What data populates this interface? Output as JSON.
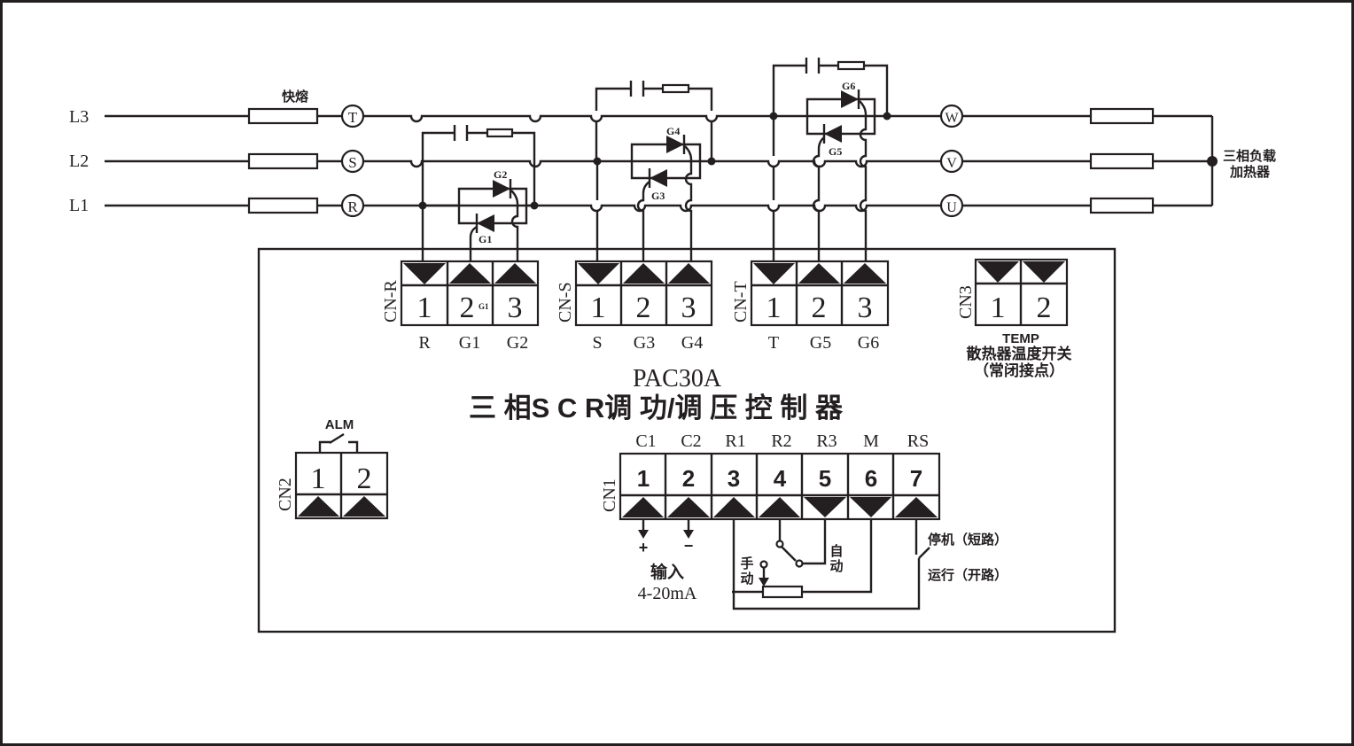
{
  "title": {
    "model": "PAC30A",
    "name": "三 相S C R调 功/调 压 控 制 器"
  },
  "lines": [
    {
      "label": "L3",
      "terminal": "T",
      "output": "W"
    },
    {
      "label": "L2",
      "terminal": "S",
      "output": "V"
    },
    {
      "label": "L1",
      "terminal": "R",
      "output": "U"
    }
  ],
  "fuse_label": "快熔",
  "load_label": [
    "三相负载",
    "加热器"
  ],
  "thyristors": {
    "R": {
      "upper": "G2",
      "lower": "G1"
    },
    "S": {
      "upper": "G4",
      "lower": "G3"
    },
    "T": {
      "upper": "G6",
      "lower": "G5"
    }
  },
  "connectors": {
    "cn_r": {
      "name": "CN-R",
      "pins": [
        "1",
        "2",
        "3"
      ],
      "signals": [
        "R",
        "G1",
        "G2"
      ],
      "pin2_note": "G1"
    },
    "cn_s": {
      "name": "CN-S",
      "pins": [
        "1",
        "2",
        "3"
      ],
      "signals": [
        "S",
        "G3",
        "G4"
      ]
    },
    "cn_t": {
      "name": "CN-T",
      "pins": [
        "1",
        "2",
        "3"
      ],
      "signals": [
        "T",
        "G5",
        "G6"
      ]
    },
    "cn3": {
      "name": "CN3",
      "pins": [
        "1",
        "2"
      ],
      "title": "TEMP",
      "desc": "散热器温度开关",
      "note": "（常闭接点）"
    },
    "cn2": {
      "name": "CN2",
      "pins": [
        "1",
        "2"
      ],
      "title": "ALM"
    },
    "cn1": {
      "name": "CN1",
      "pins": [
        "1",
        "2",
        "3",
        "4",
        "5",
        "6",
        "7"
      ],
      "signals": [
        "C1",
        "C2",
        "R1",
        "R2",
        "R3",
        "M",
        "RS"
      ]
    }
  },
  "input": {
    "plus": "+",
    "minus": "−",
    "label": "输入",
    "range": "4-20mA"
  },
  "mode": {
    "manual": [
      "手",
      "动"
    ],
    "auto": [
      "自",
      "动"
    ]
  },
  "run_switch": {
    "stop": "停机（短路）",
    "run": "运行（开路）"
  }
}
